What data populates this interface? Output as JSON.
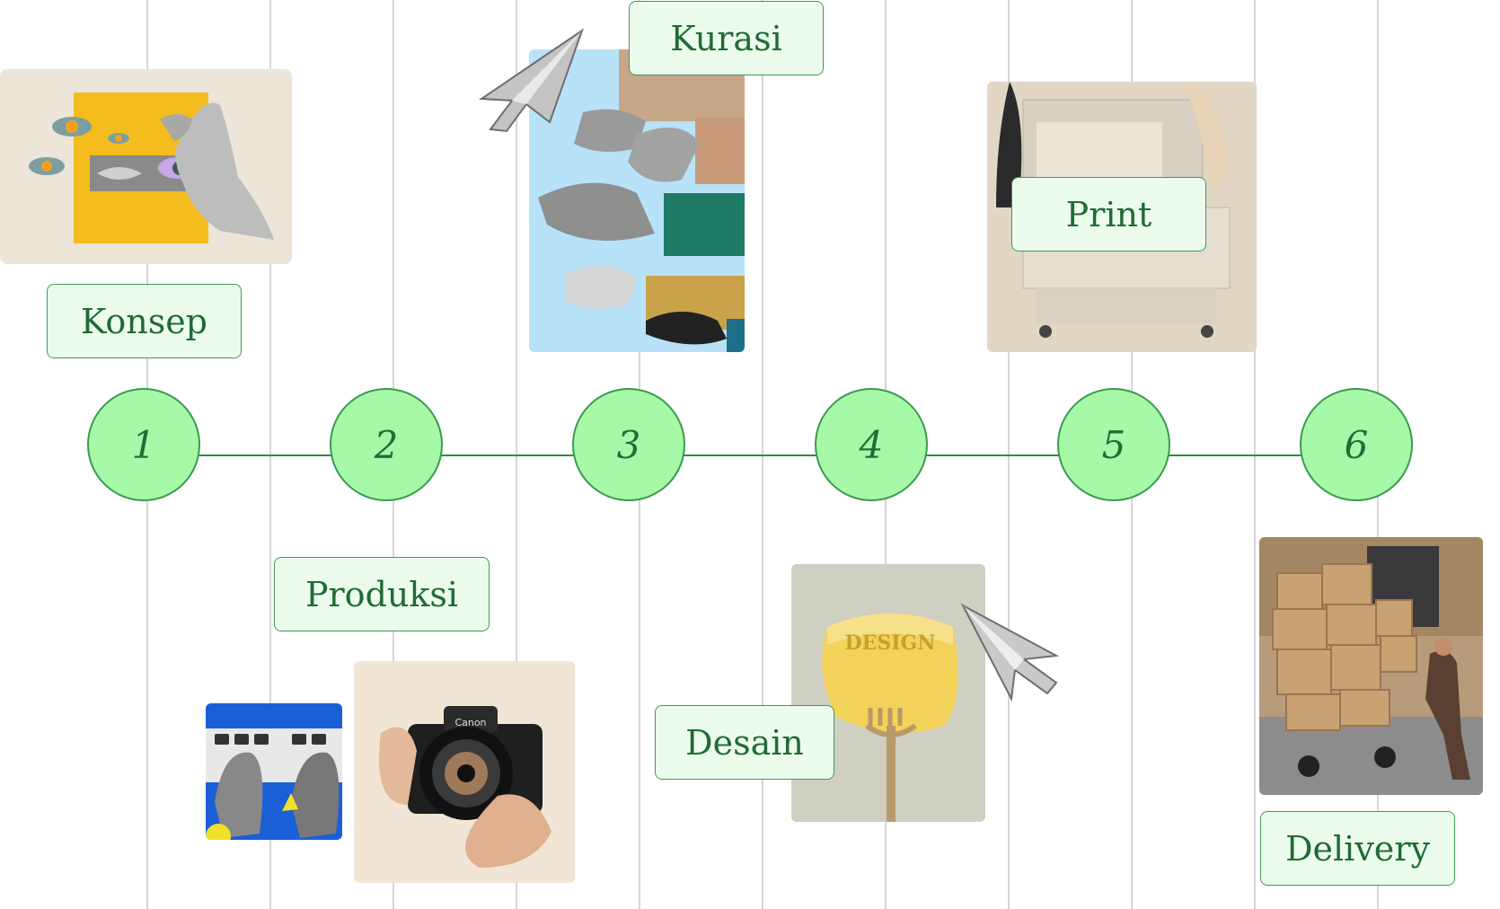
{
  "steps": [
    {
      "number": "1",
      "label": "Konsep"
    },
    {
      "number": "2",
      "label": "Produksi"
    },
    {
      "number": "3",
      "label": "Kurasi"
    },
    {
      "number": "4",
      "label": "Desain"
    },
    {
      "number": "5",
      "label": "Print"
    },
    {
      "number": "6",
      "label": "Delivery"
    }
  ],
  "images": {
    "design_butter_text": "DESIGN",
    "camera_brand_text": "Canon"
  },
  "colors": {
    "node_fill": "#a7f9a7",
    "node_stroke": "#3a9a4f",
    "label_fill": "#ecfcec",
    "text_green": "#1f6b36",
    "connector": "#2f8a4a",
    "grid_line": "#d6d6d6"
  }
}
